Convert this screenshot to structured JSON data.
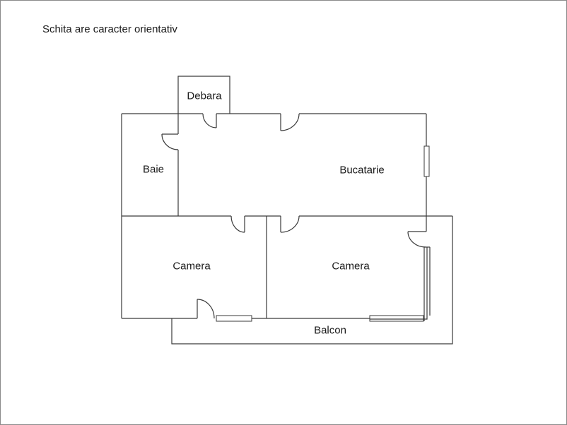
{
  "note": "Schita are caracter orientativ",
  "rooms": {
    "debara": "Debara",
    "baie": "Baie",
    "bucatarie": "Bucatarie",
    "camera_left": "Camera",
    "camera_right": "Camera",
    "balcon": "Balcon"
  },
  "colors": {
    "wall": "#3a3a3a",
    "frame": "#8a8a8a",
    "background": "#ffffff"
  }
}
